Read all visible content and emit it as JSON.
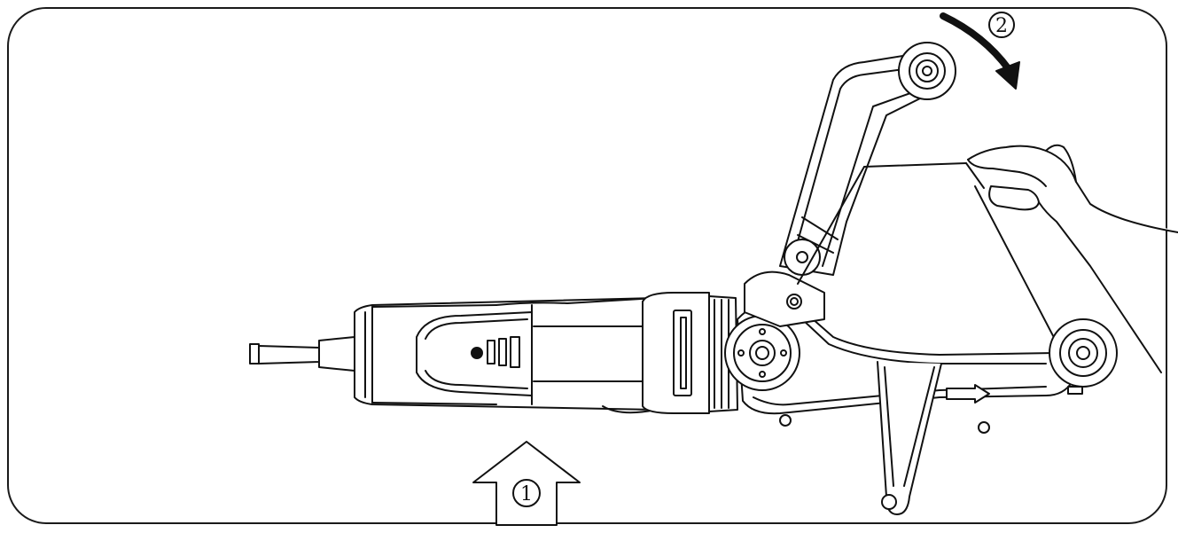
{
  "steps": [
    {
      "number": "1",
      "direction": "up"
    },
    {
      "number": "2",
      "direction": "clockwise"
    }
  ],
  "colors": {
    "line": "#111111",
    "background": "#ffffff"
  }
}
